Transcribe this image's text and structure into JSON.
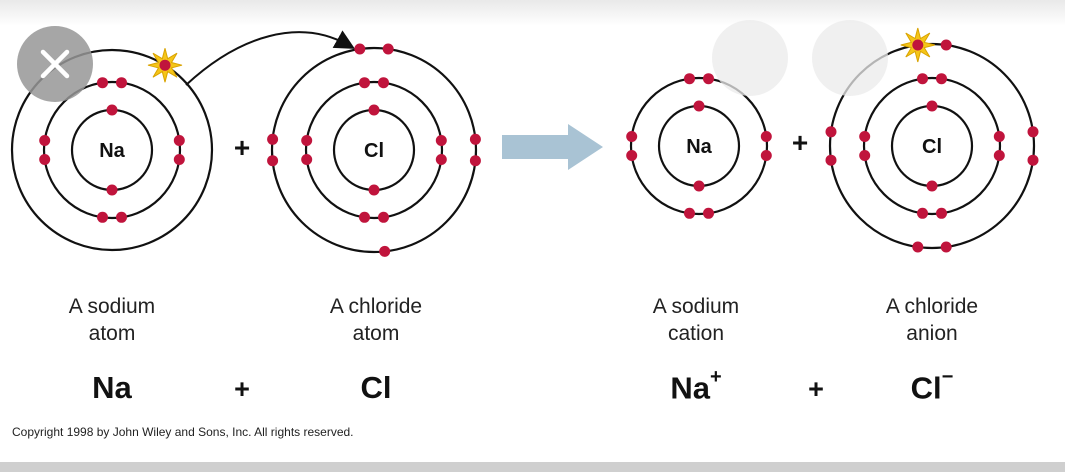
{
  "diagram": {
    "atoms": [
      {
        "id": "na-atom",
        "symbol": "Na",
        "shells": [
          2,
          8,
          1
        ]
      },
      {
        "id": "cl-atom",
        "symbol": "Cl",
        "shells": [
          2,
          8,
          7
        ]
      },
      {
        "id": "na-ion",
        "symbol": "Na",
        "shells": [
          2,
          8
        ]
      },
      {
        "id": "cl-ion",
        "symbol": "Cl",
        "shells": [
          2,
          8,
          8
        ]
      }
    ],
    "plus_sign": "+",
    "labels": {
      "sodium_atom": [
        "A sodium",
        "atom"
      ],
      "chloride_atom": [
        "A chloride",
        "atom"
      ],
      "sodium_cation": [
        "A sodium",
        "cation"
      ],
      "chloride_anion": [
        "A chloride",
        "anion"
      ]
    },
    "formula": {
      "na": "Na",
      "plus1": "+",
      "cl": "Cl",
      "na_ion": "Na",
      "na_charge": "+",
      "plus2": "+",
      "cl_ion": "Cl",
      "cl_charge": "−"
    },
    "copyright": "Copyright 1998 by John Wiley and Sons, Inc.  All rights reserved.",
    "colors": {
      "electron": "#c0143c",
      "ring": "#111111",
      "reaction_arrow": "#a9c3d4",
      "transfer_star": "#f5c518"
    }
  },
  "ui": {
    "close_icon": "close-icon"
  }
}
